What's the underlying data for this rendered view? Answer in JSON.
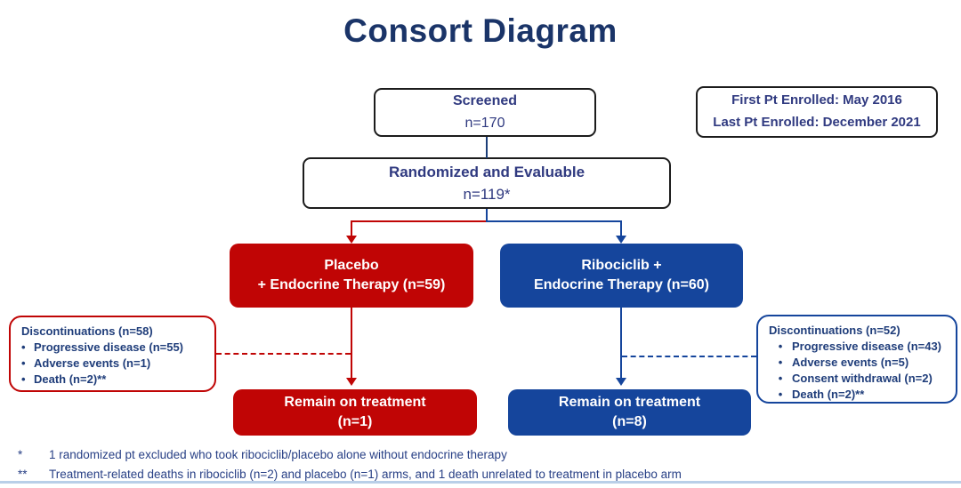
{
  "title": "Consort Diagram",
  "colors": {
    "title_navy": "#1a3468",
    "box_text_navy": "#303a80",
    "disc_text_navy": "#1f3d7a",
    "footnote_navy": "#273f85",
    "placebo_red": "#c00505",
    "ribociclib_blue": "#15459c"
  },
  "boxes": {
    "screened": {
      "title": "Screened",
      "value": "n=170"
    },
    "enrollment": {
      "line1": "First Pt Enrolled: May 2016",
      "line2": "Last Pt Enrolled: December 2021"
    },
    "randomized": {
      "title": "Randomized and Evaluable",
      "value": "n=119*"
    },
    "placebo_arm": {
      "line1": "Placebo",
      "line2": "+ Endocrine Therapy (n=59)"
    },
    "ribociclib_arm": {
      "line1": "Ribociclib +",
      "line2": "Endocrine Therapy (n=60)"
    },
    "placebo_discontinuations": {
      "heading": "Discontinuations (n=58)",
      "bullet": "•",
      "items": [
        "Progressive disease (n=55)",
        "Adverse events (n=1)",
        "Death (n=2)**"
      ]
    },
    "ribociclib_discontinuations": {
      "heading": "Discontinuations (n=52)",
      "bullet": "•",
      "items": [
        "Progressive disease (n=43)",
        "Adverse events (n=5)",
        "Consent withdrawal (n=2)",
        "Death (n=2)**"
      ]
    },
    "placebo_remain": {
      "line1": "Remain on treatment",
      "line2": "(n=1)"
    },
    "ribociclib_remain": {
      "line1": "Remain on treatment",
      "line2": "(n=8)"
    }
  },
  "footnotes": [
    {
      "marker": "*",
      "text": "1 randomized pt excluded who took ribociclib/placebo alone without endocrine therapy"
    },
    {
      "marker": "**",
      "text": "Treatment-related deaths in ribociclib (n=2) and placebo (n=1) arms, and 1 death unrelated to treatment in placebo arm"
    }
  ]
}
